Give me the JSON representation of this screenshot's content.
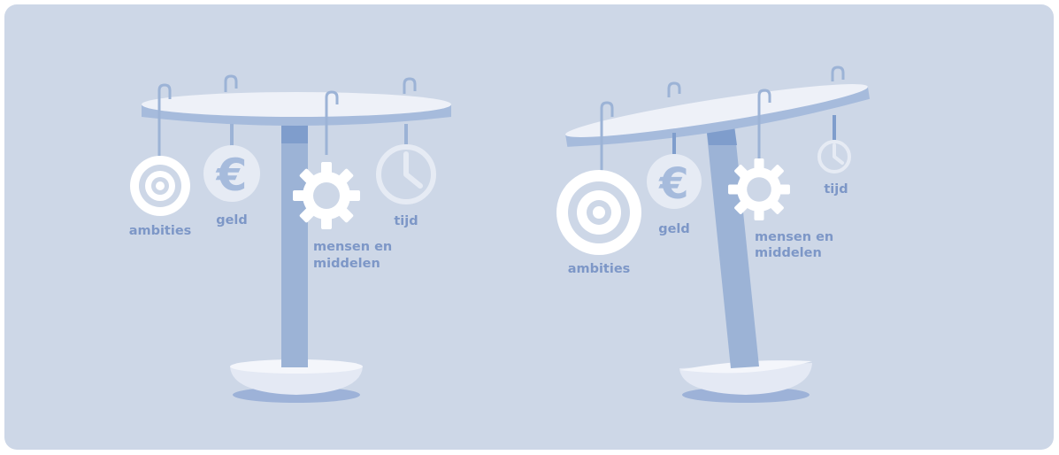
{
  "scales": [
    {
      "state": "balanced",
      "labels": {
        "ambities": "ambities",
        "geld": "geld",
        "mensen_line1": "mensen en",
        "mensen_line2": "middelen",
        "tijd": "tijd"
      }
    },
    {
      "state": "tilted",
      "labels": {
        "ambities": "ambities",
        "geld": "geld",
        "mensen_line1": "mensen en",
        "mensen_line2": "middelen",
        "tijd": "tijd"
      }
    }
  ],
  "colors": {
    "background": "#cdd7e7",
    "pole": "#9cb3d6",
    "pole_top": "#7f9dcc",
    "beam_top": "#eef1f8",
    "beam_side": "#a6bbdc",
    "icon_white": "#ffffff",
    "icon_faded": "#e6ebf4",
    "label": "#7d97c7",
    "base_shadow": "#9db2d8"
  },
  "icons": [
    "target-icon",
    "euro-icon",
    "gear-icon",
    "clock-icon"
  ]
}
